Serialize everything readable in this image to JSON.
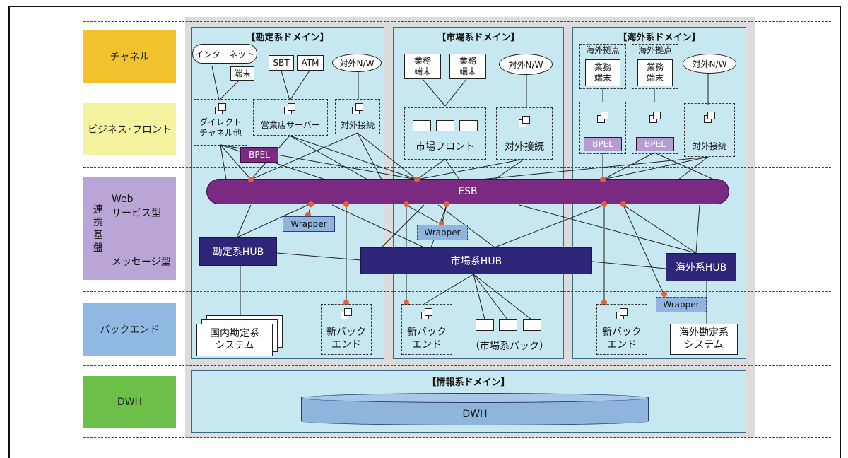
{
  "lanes": {
    "channel": "チャネル",
    "bizfront": "ビジネス･フロント",
    "renkei_web": "Web\nサービス型",
    "renkei_vertical": "連携基盤",
    "renkei_msg": "メッセージ型",
    "backend": "バックエンド",
    "dwh": "DWH"
  },
  "colors": {
    "channel": "#f2c12e",
    "bizfront": "#f6f3a0",
    "renkei": "#b9a6d6",
    "backend": "#8fb9e3",
    "dwh": "#6cc04a",
    "esb": "#7a2a80",
    "hub": "#2e2779",
    "dot": "#e85d3a"
  },
  "kanjo": {
    "title": "【勘定系ドメイン】",
    "internet": "インターネット",
    "tanmatsu": "端末",
    "sbt": "SBT",
    "atm": "ATM",
    "taigai_nw": "対外N/W",
    "direct": "ダイレクト\nチャネル他",
    "eigyoten": "営業店サーバー",
    "taigai_setsuzoku": "対外接続",
    "bpel": "BPEL",
    "wrapper": "Wrapper",
    "hub": "勘定系HUB",
    "kokunai": "国内勘定系\nシステム",
    "new_backend": "新バック\nエンド"
  },
  "shijo": {
    "title": "【市場系ドメイン】",
    "gyomu1": "業務\n端末",
    "gyomu2": "業務\n端末",
    "taigai_nw": "対外N/W",
    "front": "市場フロント",
    "taigai_setsuzoku": "対外接続",
    "wrapper": "Wrapper",
    "hub": "市場系HUB",
    "new_backend": "新バック\nエンド",
    "back": "（市場系バック）"
  },
  "kaigai": {
    "title": "【海外系ドメイン】",
    "kyoten1": "海外拠点",
    "kyoten2": "海外拠点",
    "gyomu1": "業務\n端末",
    "gyomu2": "業務\n端末",
    "taigai_nw": "対外N/W",
    "bpel1": "BPEL",
    "bpel2": "BPEL",
    "taigai_setsuzoku": "対外接続",
    "hub": "海外系HUB",
    "wrapper": "Wrapper",
    "new_backend": "新バック\nエンド",
    "kaigai_kanjo": "海外勘定系\nシステム"
  },
  "esb": "ESB",
  "joho": {
    "title": "【情報系ドメイン】",
    "dwh": "DWH"
  }
}
